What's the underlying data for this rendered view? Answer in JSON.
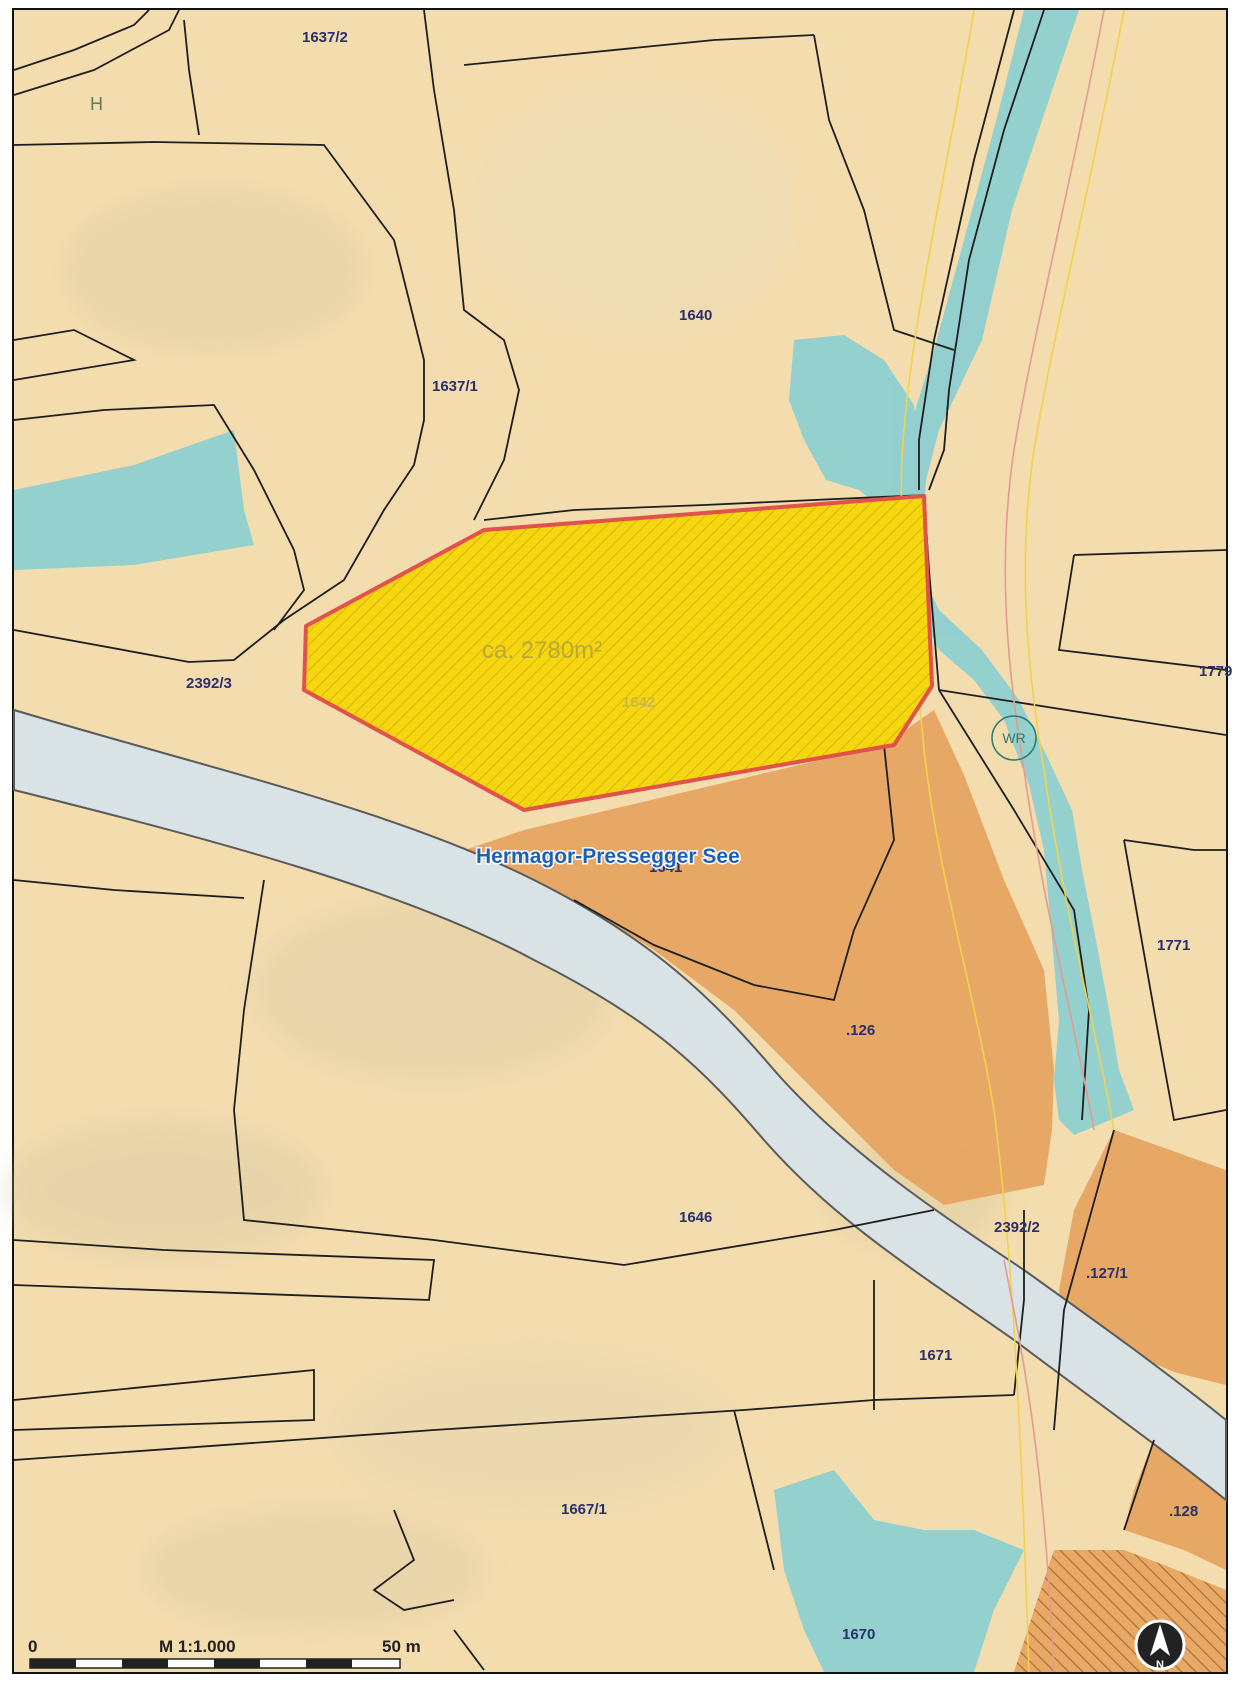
{
  "map": {
    "plots": {
      "p1637_2": "1637/2",
      "p1640": "1640",
      "p1637_1": "1637/1",
      "p2392_3": "2392/3",
      "p1642": "1642",
      "p1779": "1779",
      "p1641": "1641",
      "p126": ".126",
      "p1771": "1771",
      "p1646": "1646",
      "p2392_2": "2392/2",
      "p127_1": ".127/1",
      "p1671": "1671",
      "p1667_1": "1667/1",
      "p128": ".128",
      "p1670": "1670"
    },
    "zone_letter": "H",
    "water_right_symbol": "WR",
    "highlighted_area": "ca. 2780m²",
    "place_name": "Hermagor-Pressegger See",
    "colors": {
      "background": "#f3dcae",
      "water": "#8ecfd0",
      "road": "#d9e3e6",
      "highlight": "#f5d60f",
      "highlight_border": "#e0524a",
      "built_area": "#e6a35e",
      "boundary": "#1e1e1e"
    }
  },
  "scale_bar": {
    "start": "0",
    "label": "M 1:1.000",
    "end": "50 m"
  },
  "north_arrow": {
    "letter": "N"
  }
}
